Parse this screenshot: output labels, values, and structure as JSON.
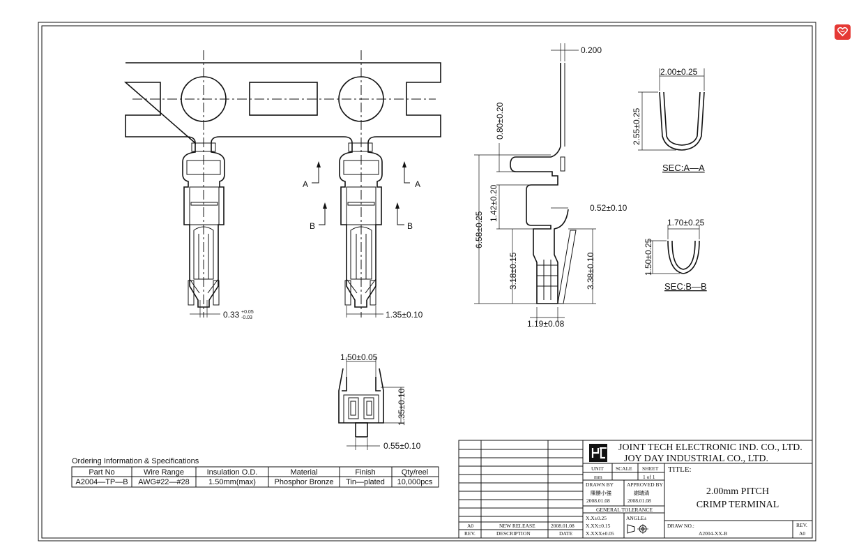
{
  "dimensions": {
    "d_0200": "0.200",
    "d_200_025": "2.00±0.25",
    "d_255_025": "2.55±0.25",
    "sec_a": "SEC:A—A",
    "d_170_025": "1.70±0.25",
    "d_150_025": "1.50±0.25",
    "sec_b": "SEC:B—B",
    "d_080_020": "0.80±0.20",
    "d_142_020": "1.42±0.20",
    "d_658_025": "6.58±0.25",
    "d_052_010": "0.52±0.10",
    "d_318_015": "3.18±0.15",
    "d_338_010": "3.38±0.10",
    "d_119_008": "1.19±0.08",
    "d_033": "0.33",
    "d_033_tol_up": "+0.05",
    "d_033_tol_dn": "-0.03",
    "d_135_010": "1.35±0.10",
    "d_150_005": "1.50±0.05",
    "d_135_010_v": "1.35±0.10",
    "d_055_010": "0.55±0.10",
    "label_a": "A",
    "label_b": "B"
  },
  "ordering": {
    "title": "Ordering Information & Specifications",
    "headers": [
      "Part No",
      "Wire Range",
      "Insulation O.D.",
      "Material",
      "Finish",
      "Qty/reel"
    ],
    "row": [
      "A2004—TP—B",
      "AWG#22—#28",
      "1.50mm(max)",
      "Phosphor Bronze",
      "Tin—plated",
      "10,000pcs"
    ]
  },
  "title_block": {
    "company_1": "JOINT TECH ELECTRONIC IND. CO., LTD.",
    "company_2": "JOY DAY INDUSTRIAL CO., LTD.",
    "unit_label": "UNIT",
    "unit_value": "mm",
    "scale_label": "SCALE",
    "sheet_label": "SHEET",
    "sheet_value": "1 of 1",
    "title_label": "TITLE:",
    "title_line_1": "2.00mm PITCH",
    "title_line_2": "CRIMP TERMINAL",
    "drawn_by_label": "DRAWN BY",
    "drawn_by_name": "陳勝小強",
    "drawn_date": "2008.01.08",
    "approved_by_label": "APPROVED BY",
    "approved_by_name": "謝瑞清",
    "approved_date": "2008.01.08",
    "general_tolerance": "GENERAL TOLERANCE",
    "tol_1": "X.X±0.25",
    "tol_2": "X.XX±0.15",
    "tol_3": "X.XXX±0.05",
    "angle_label": "ANGLE±",
    "draw_no_label": "DRAW NO.:",
    "draw_no": "A2004-XX-B",
    "rev_label": "REV.",
    "rev_value": "A0",
    "revision_rev": "A0",
    "revision_desc": "NEW RELEASE",
    "revision_date": "2008.01.08",
    "col_rev": "REV.",
    "col_desc": "DESCRIPTION",
    "col_date": "DATE"
  },
  "colors": {
    "line": "#111111",
    "badge": "#e53935"
  },
  "icons": {
    "badge": "heart-chat-icon",
    "logo": "jt-logo-icon",
    "projection": "first-angle-projection-icon"
  }
}
